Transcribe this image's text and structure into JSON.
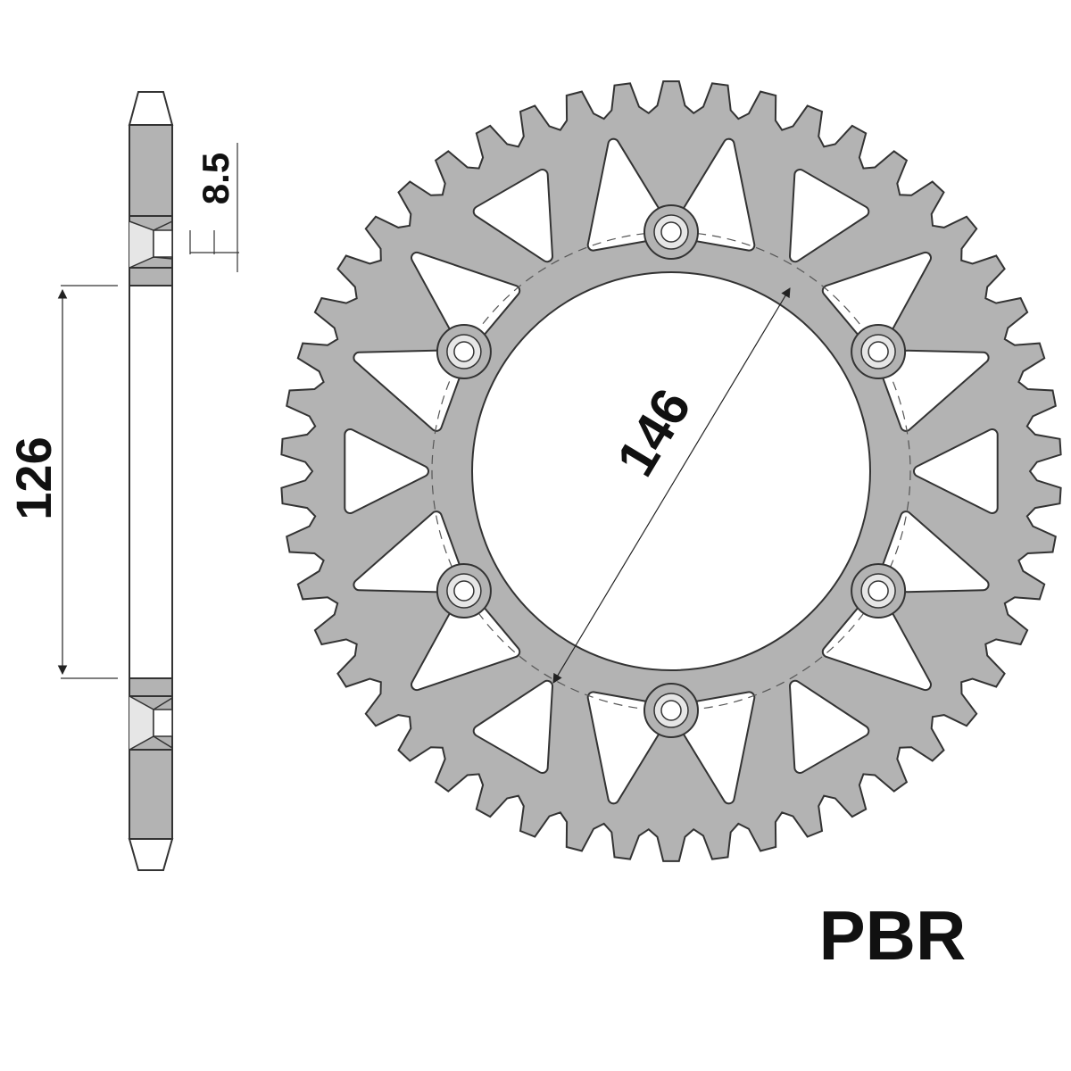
{
  "drawing": {
    "brand": "PBR",
    "part": {
      "teeth": 50,
      "bolt_holes": 6,
      "windows": 18,
      "fill_color": "#b3b3b3",
      "outline_color": "#333333"
    },
    "dimensions": {
      "thickness": "8.5",
      "hub_bore": "126",
      "bolt_circle": "146"
    }
  }
}
